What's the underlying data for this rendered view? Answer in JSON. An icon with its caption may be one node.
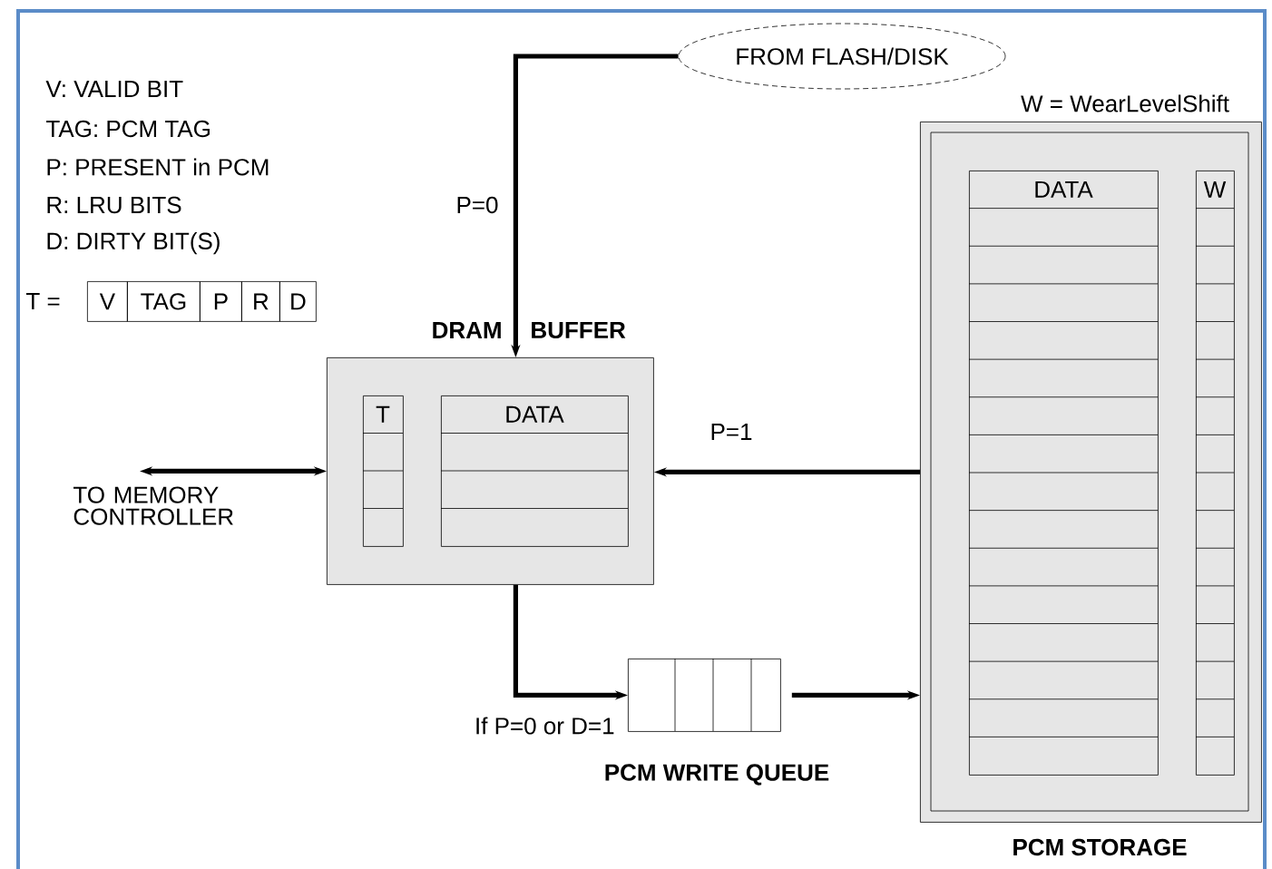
{
  "diagram": {
    "nodes": [
      {
        "text": [
          "FROM FLASH/DISK"
        ]
      },
      {
        "text": [
          "DRAM",
          "BUFFER"
        ]
      },
      {
        "text": [
          "T"
        ],
        "in": 1
      },
      {
        "text": [
          "DATA"
        ],
        "in": 1
      },
      {
        "text": [
          "TO MEMORY CONTROLLER"
        ]
      },
      {
        "text": [
          "PCM WRITE QUEUE"
        ]
      },
      {
        "text": [
          "PCM STORAGE"
        ]
      },
      {
        "text": [
          "DATA"
        ],
        "in": 6
      },
      {
        "text": [
          "W"
        ],
        "in": 6
      }
    ],
    "edges": [
      {
        "from": 0,
        "to": 1,
        "arrow": "to",
        "label": "P=0"
      },
      {
        "from": 6,
        "to": 1,
        "arrow": "to",
        "label": "P=1"
      },
      {
        "from": 1,
        "to": 5,
        "arrow": "to",
        "label": "If P=0  or D=1"
      },
      {
        "from": 5,
        "to": 6,
        "arrow": "to"
      },
      {
        "from": 1,
        "to": 4,
        "arrow": "both"
      }
    ],
    "labels": [
      "V: VALID BIT",
      "TAG:  PCM TAG",
      "P: PRESENT in PCM",
      "R: LRU BITS",
      "D: DIRTY BIT(S)",
      "T =",
      "V",
      "TAG",
      "P",
      "R",
      "D",
      "W = WearLevelShift"
    ]
  }
}
